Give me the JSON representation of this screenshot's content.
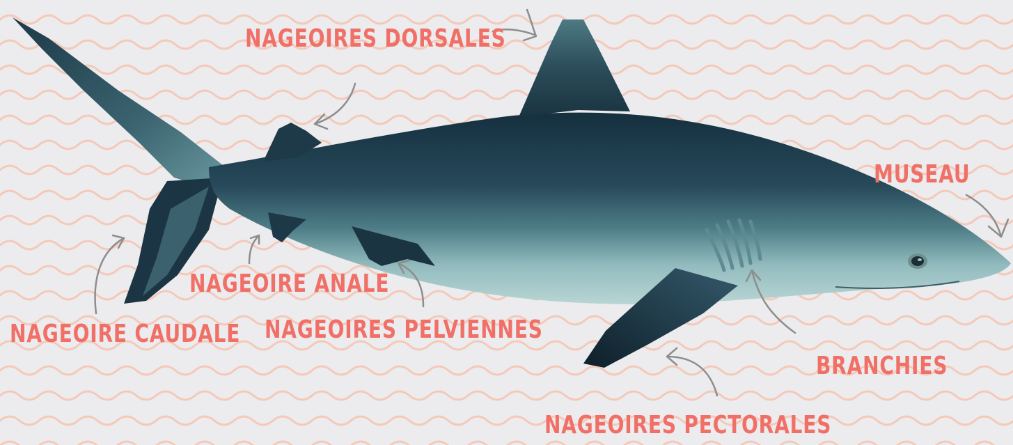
{
  "colors": {
    "background": "#ecebee",
    "wave": "#f4c9b8",
    "label": "#f07067",
    "arrow": "#8d8d8d",
    "shark_back": "#1f3d4f",
    "shark_belly": "#a6c7c7"
  },
  "labels": {
    "dorsales": "NAGEOIRES DORSALES",
    "museau": "MUSEAU",
    "anale": "NAGEOIRE ANALE",
    "caudale": "NAGEOIRE CAUDALE",
    "pelviennes": "NAGEOIRES PELVIENNES",
    "branchies": "BRANCHIES",
    "pectorales": "NAGEOIRES PECTORALES"
  }
}
